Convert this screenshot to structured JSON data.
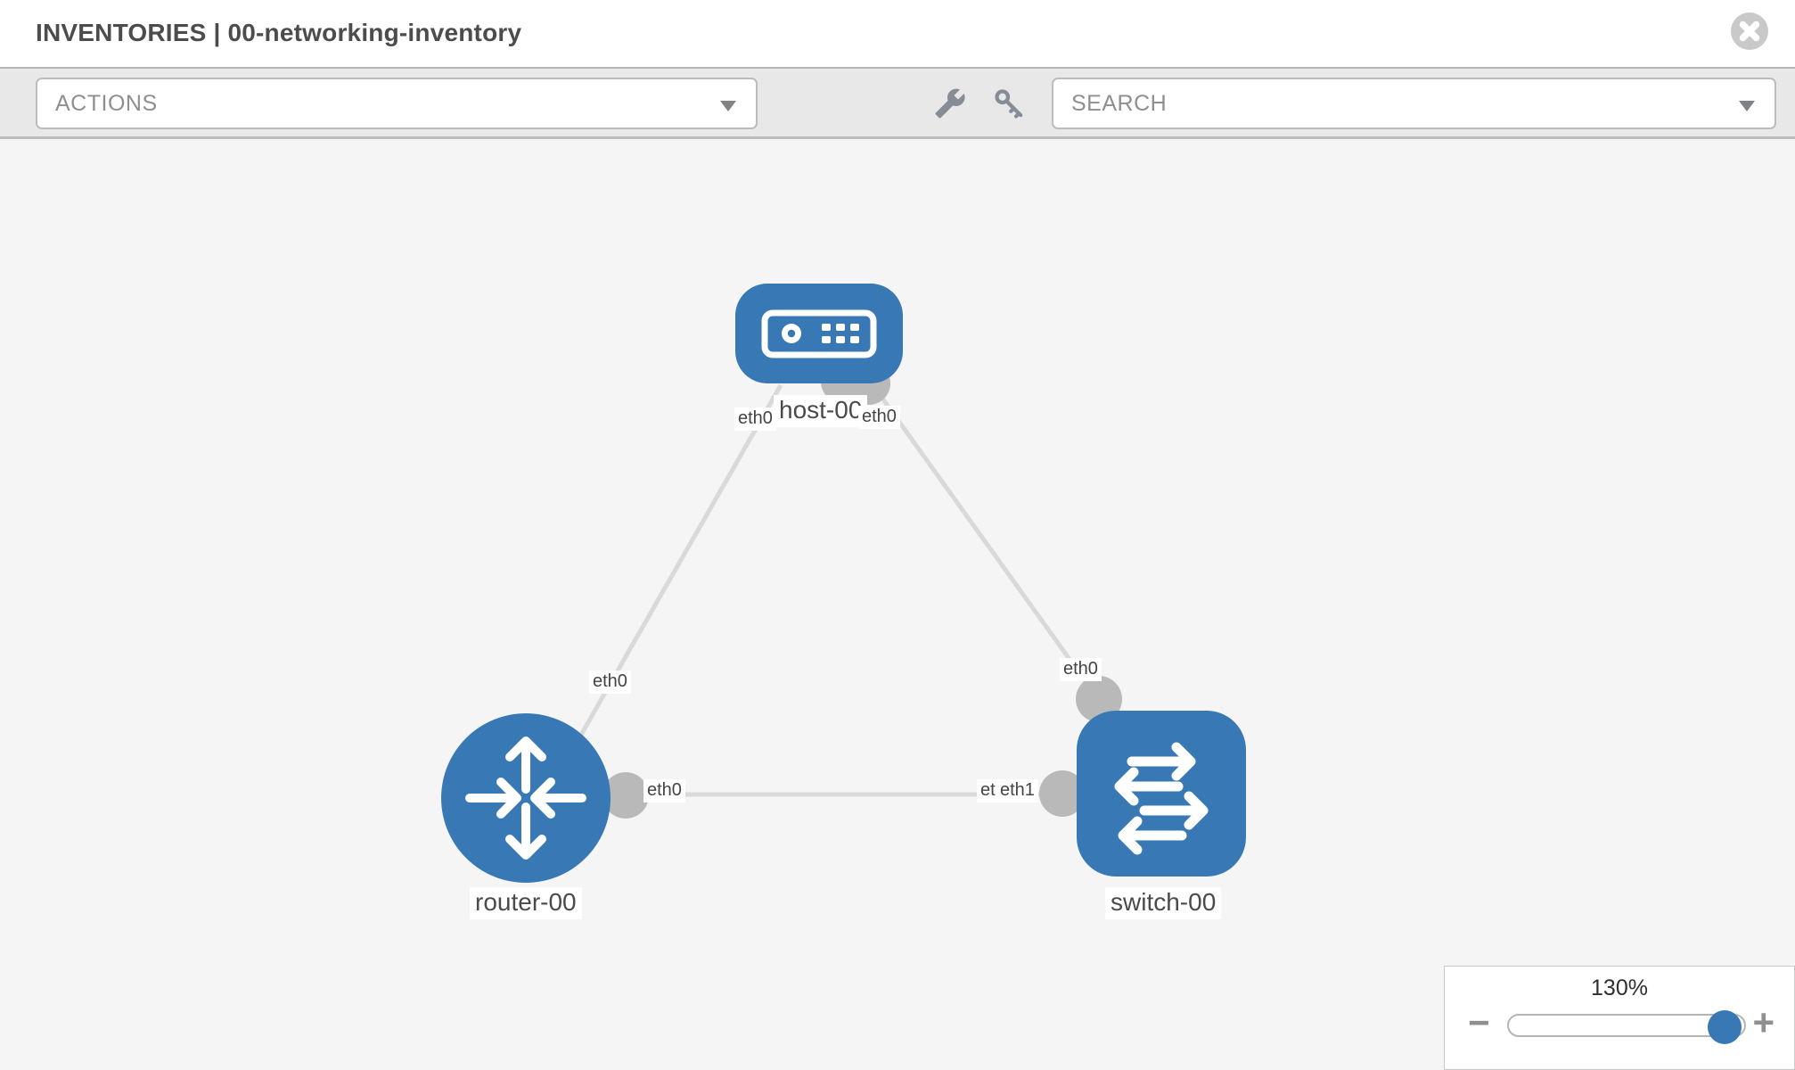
{
  "header": {
    "title": "INVENTORIES | 00-networking-inventory"
  },
  "toolbar": {
    "actions": {
      "label": "ACTIONS"
    },
    "search": {
      "placeholder": "SEARCH"
    },
    "tools": [
      {
        "icon": "wrench-icon"
      },
      {
        "icon": "key-icon"
      }
    ]
  },
  "diagram": {
    "nodes": [
      {
        "id": "host-00",
        "type": "host",
        "label": "host-00"
      },
      {
        "id": "router-00",
        "type": "router",
        "label": "router-00"
      },
      {
        "id": "switch-00",
        "type": "switch",
        "label": "switch-00"
      }
    ],
    "links": [
      {
        "source": "host-00",
        "target": "router-00",
        "source_interface": "eth0",
        "target_interface": "eth0"
      },
      {
        "source": "host-00",
        "target": "switch-00",
        "source_interface": "eth0",
        "target_interface": "eth0"
      },
      {
        "source": "router-00",
        "target": "switch-00",
        "source_interface": "eth0",
        "target_interface": "eth1"
      }
    ],
    "labels": {
      "host": "host-00",
      "router": "router-00",
      "switch": "switch-00",
      "host_if_left": "eth0",
      "host_if_right": "eth0",
      "host_router_mid": "eth0",
      "host_switch_mid": "eth0",
      "router_if": "eth0",
      "switch_if_under": "eth0",
      "switch_if_over": "eth1"
    }
  },
  "zoom_control": {
    "percent": "130%",
    "minus": "−",
    "plus": "+"
  },
  "colors": {
    "node-blue": "#3878b5",
    "handle-blue": "#3878b5",
    "icon-gray": "#878d96",
    "edge-gray": "#d9d9d9",
    "iface-gray": "#b9b9b9",
    "toolbar-bg": "#e8e8e8",
    "canvas-bg": "#f5f5f5",
    "title-text": "#4c4c4c",
    "close-gray": "#c9c9c9"
  }
}
